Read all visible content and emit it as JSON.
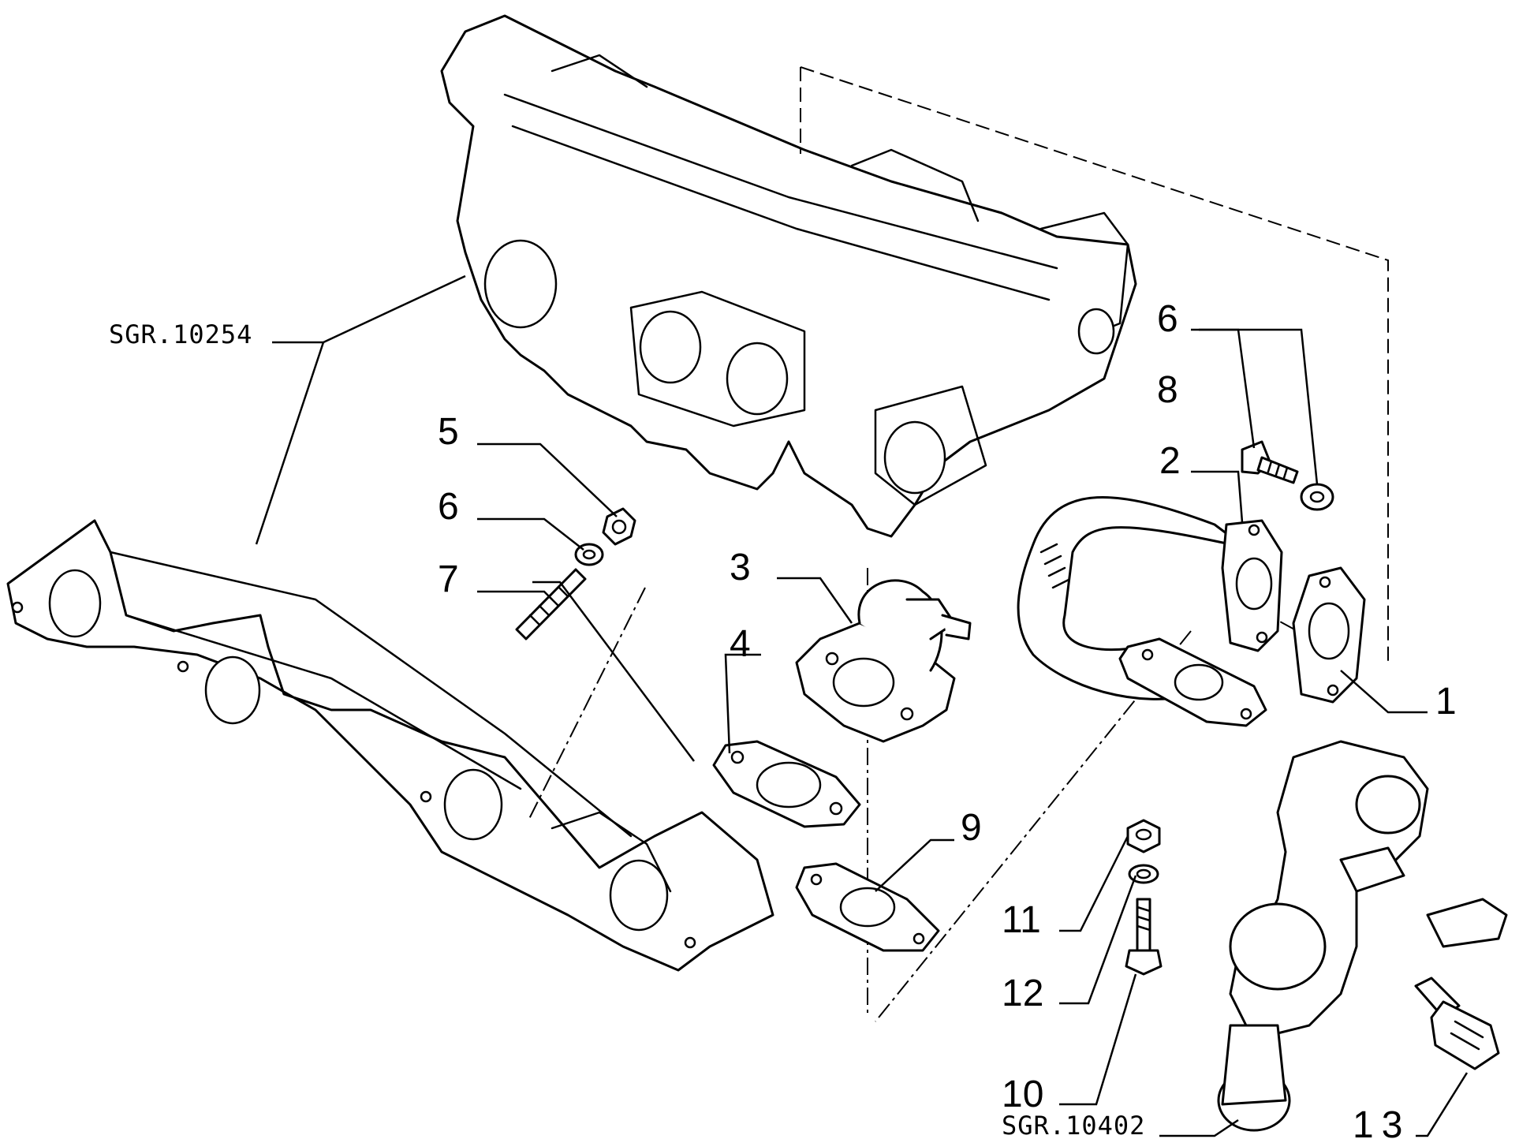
{
  "labels": {
    "ref_manifold": "SGR.10254",
    "ref_thermostat": "SGR.10402",
    "n1": "1",
    "n2": "2",
    "n3": "3",
    "n4": "4",
    "n5": "5",
    "n6a": "6",
    "n6b": "6",
    "n7": "7",
    "n8": "8",
    "n9": "9",
    "n10": "10",
    "n11": "11",
    "n12": "12",
    "n13": "13"
  },
  "colors": {
    "ink": "#000000",
    "paper": "#ffffff"
  }
}
